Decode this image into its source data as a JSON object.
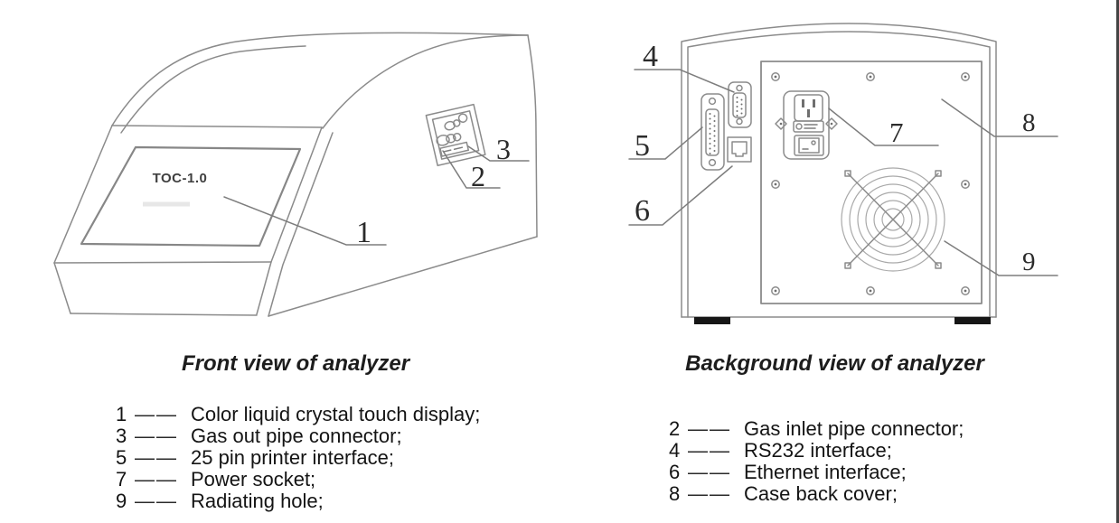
{
  "figure": {
    "front": {
      "screen_label": "TOC-1.0",
      "caption": "Front view of analyzer",
      "callouts": {
        "display": "1",
        "gas_inlet": "2",
        "gas_out": "3"
      }
    },
    "back": {
      "caption": "Background view of analyzer",
      "callouts": {
        "rs232": "4",
        "printer": "5",
        "ethernet": "6",
        "power": "7",
        "cover": "8",
        "fan": "9"
      }
    }
  },
  "legend": {
    "separator": "——",
    "left": [
      {
        "num": "1",
        "label": "Color liquid crystal touch display;"
      },
      {
        "num": "3",
        "label": "Gas out pipe connector;"
      },
      {
        "num": "5",
        "label": "25 pin printer interface;"
      },
      {
        "num": "7",
        "label": "Power socket;"
      },
      {
        "num": "9",
        "label": "Radiating hole;"
      }
    ],
    "right": [
      {
        "num": "2",
        "label": "Gas inlet pipe connector;"
      },
      {
        "num": "4",
        "label": "RS232 interface;"
      },
      {
        "num": "6",
        "label": "Ethernet interface;"
      },
      {
        "num": "8",
        "label": "Case back cover;"
      }
    ]
  },
  "colors": {
    "sketch_line": "#8b8b8b",
    "callout_line": "#7d7d7d",
    "numeral_text": "#2b2b2b",
    "body_text": "#161616",
    "case_feet": "#161616",
    "edge_border": "#444444"
  }
}
